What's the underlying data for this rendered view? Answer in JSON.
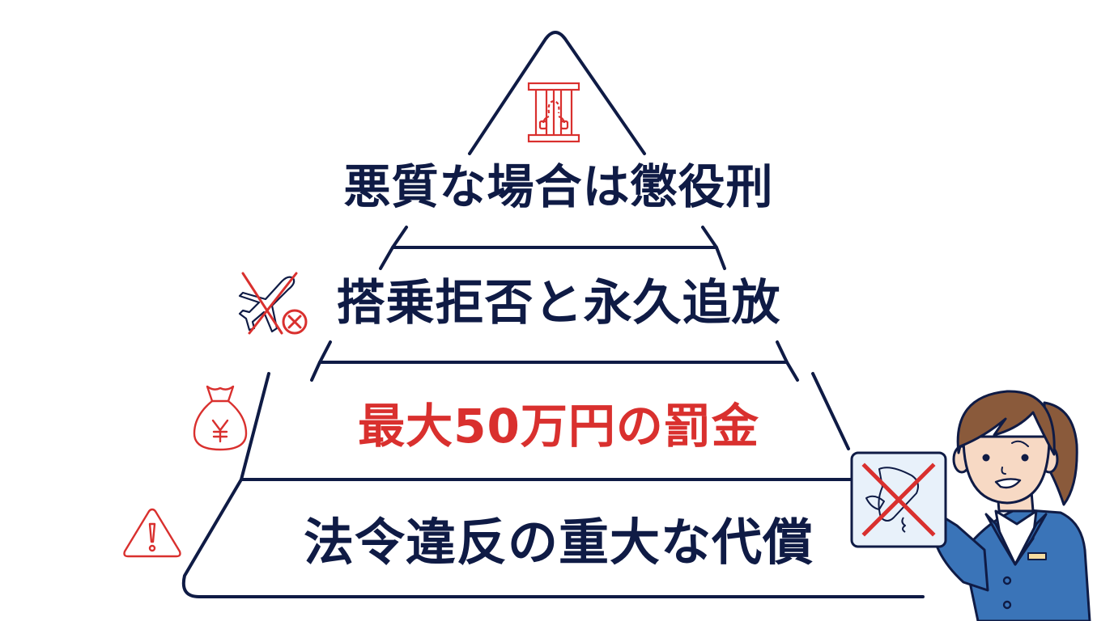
{
  "diagram": {
    "type": "pyramid",
    "line_color": "#0f1b45",
    "accent_color": "#d9302e",
    "tiers": [
      {
        "level": 1,
        "position": "top",
        "label": "悪質な場合は懲役刑",
        "icon": "jail-cell-icon",
        "text_color": "#0f1b45"
      },
      {
        "level": 2,
        "position": "upper-middle",
        "label": "搭乗拒否と永久追放",
        "icon": "no-airplane-icon",
        "text_color": "#0f1b45"
      },
      {
        "level": 3,
        "position": "lower-middle",
        "label": "最大50万円の罰金",
        "icon": "yen-money-bag-icon",
        "text_color": "#d9302e"
      },
      {
        "level": 4,
        "position": "base",
        "label": "法令違反の重大な代償",
        "icon": "warning-triangle-icon",
        "text_color": "#0f1b45"
      }
    ]
  },
  "character": {
    "role": "airport-staff",
    "holding_sign": "prohibited-multitool-knife-sign",
    "colors": {
      "uniform": "#3a74b8",
      "hair": "#8a5a3b",
      "skin": "#f7d9c4"
    }
  }
}
